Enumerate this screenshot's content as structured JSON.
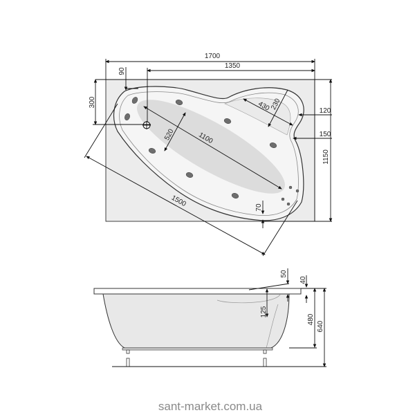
{
  "top_view": {
    "dimensions": {
      "overall_width": "1700",
      "drain_to_right": "1350",
      "drain_offset_top": "300",
      "rim_offset_top": "90",
      "overall_depth": "1150",
      "right_offset_upper": "120",
      "right_offset_lower": "150",
      "diagonal_length": "1500",
      "basin_length": "1100",
      "basin_width": "520",
      "seat_length": "430",
      "seat_width": "230",
      "front_rim": "70"
    }
  },
  "side_view": {
    "dimensions": {
      "rim_top_slope": "50",
      "rim_thickness": "40",
      "seat_depth": "125",
      "tub_depth": "480",
      "total_height": "640"
    }
  },
  "watermark": "sant-market.com.ua",
  "colors": {
    "background_panel": "#ececec",
    "tub_fill": "#f3f3f3",
    "basin_fill": "#dcdcdc",
    "jet": "#6e6e6e"
  }
}
